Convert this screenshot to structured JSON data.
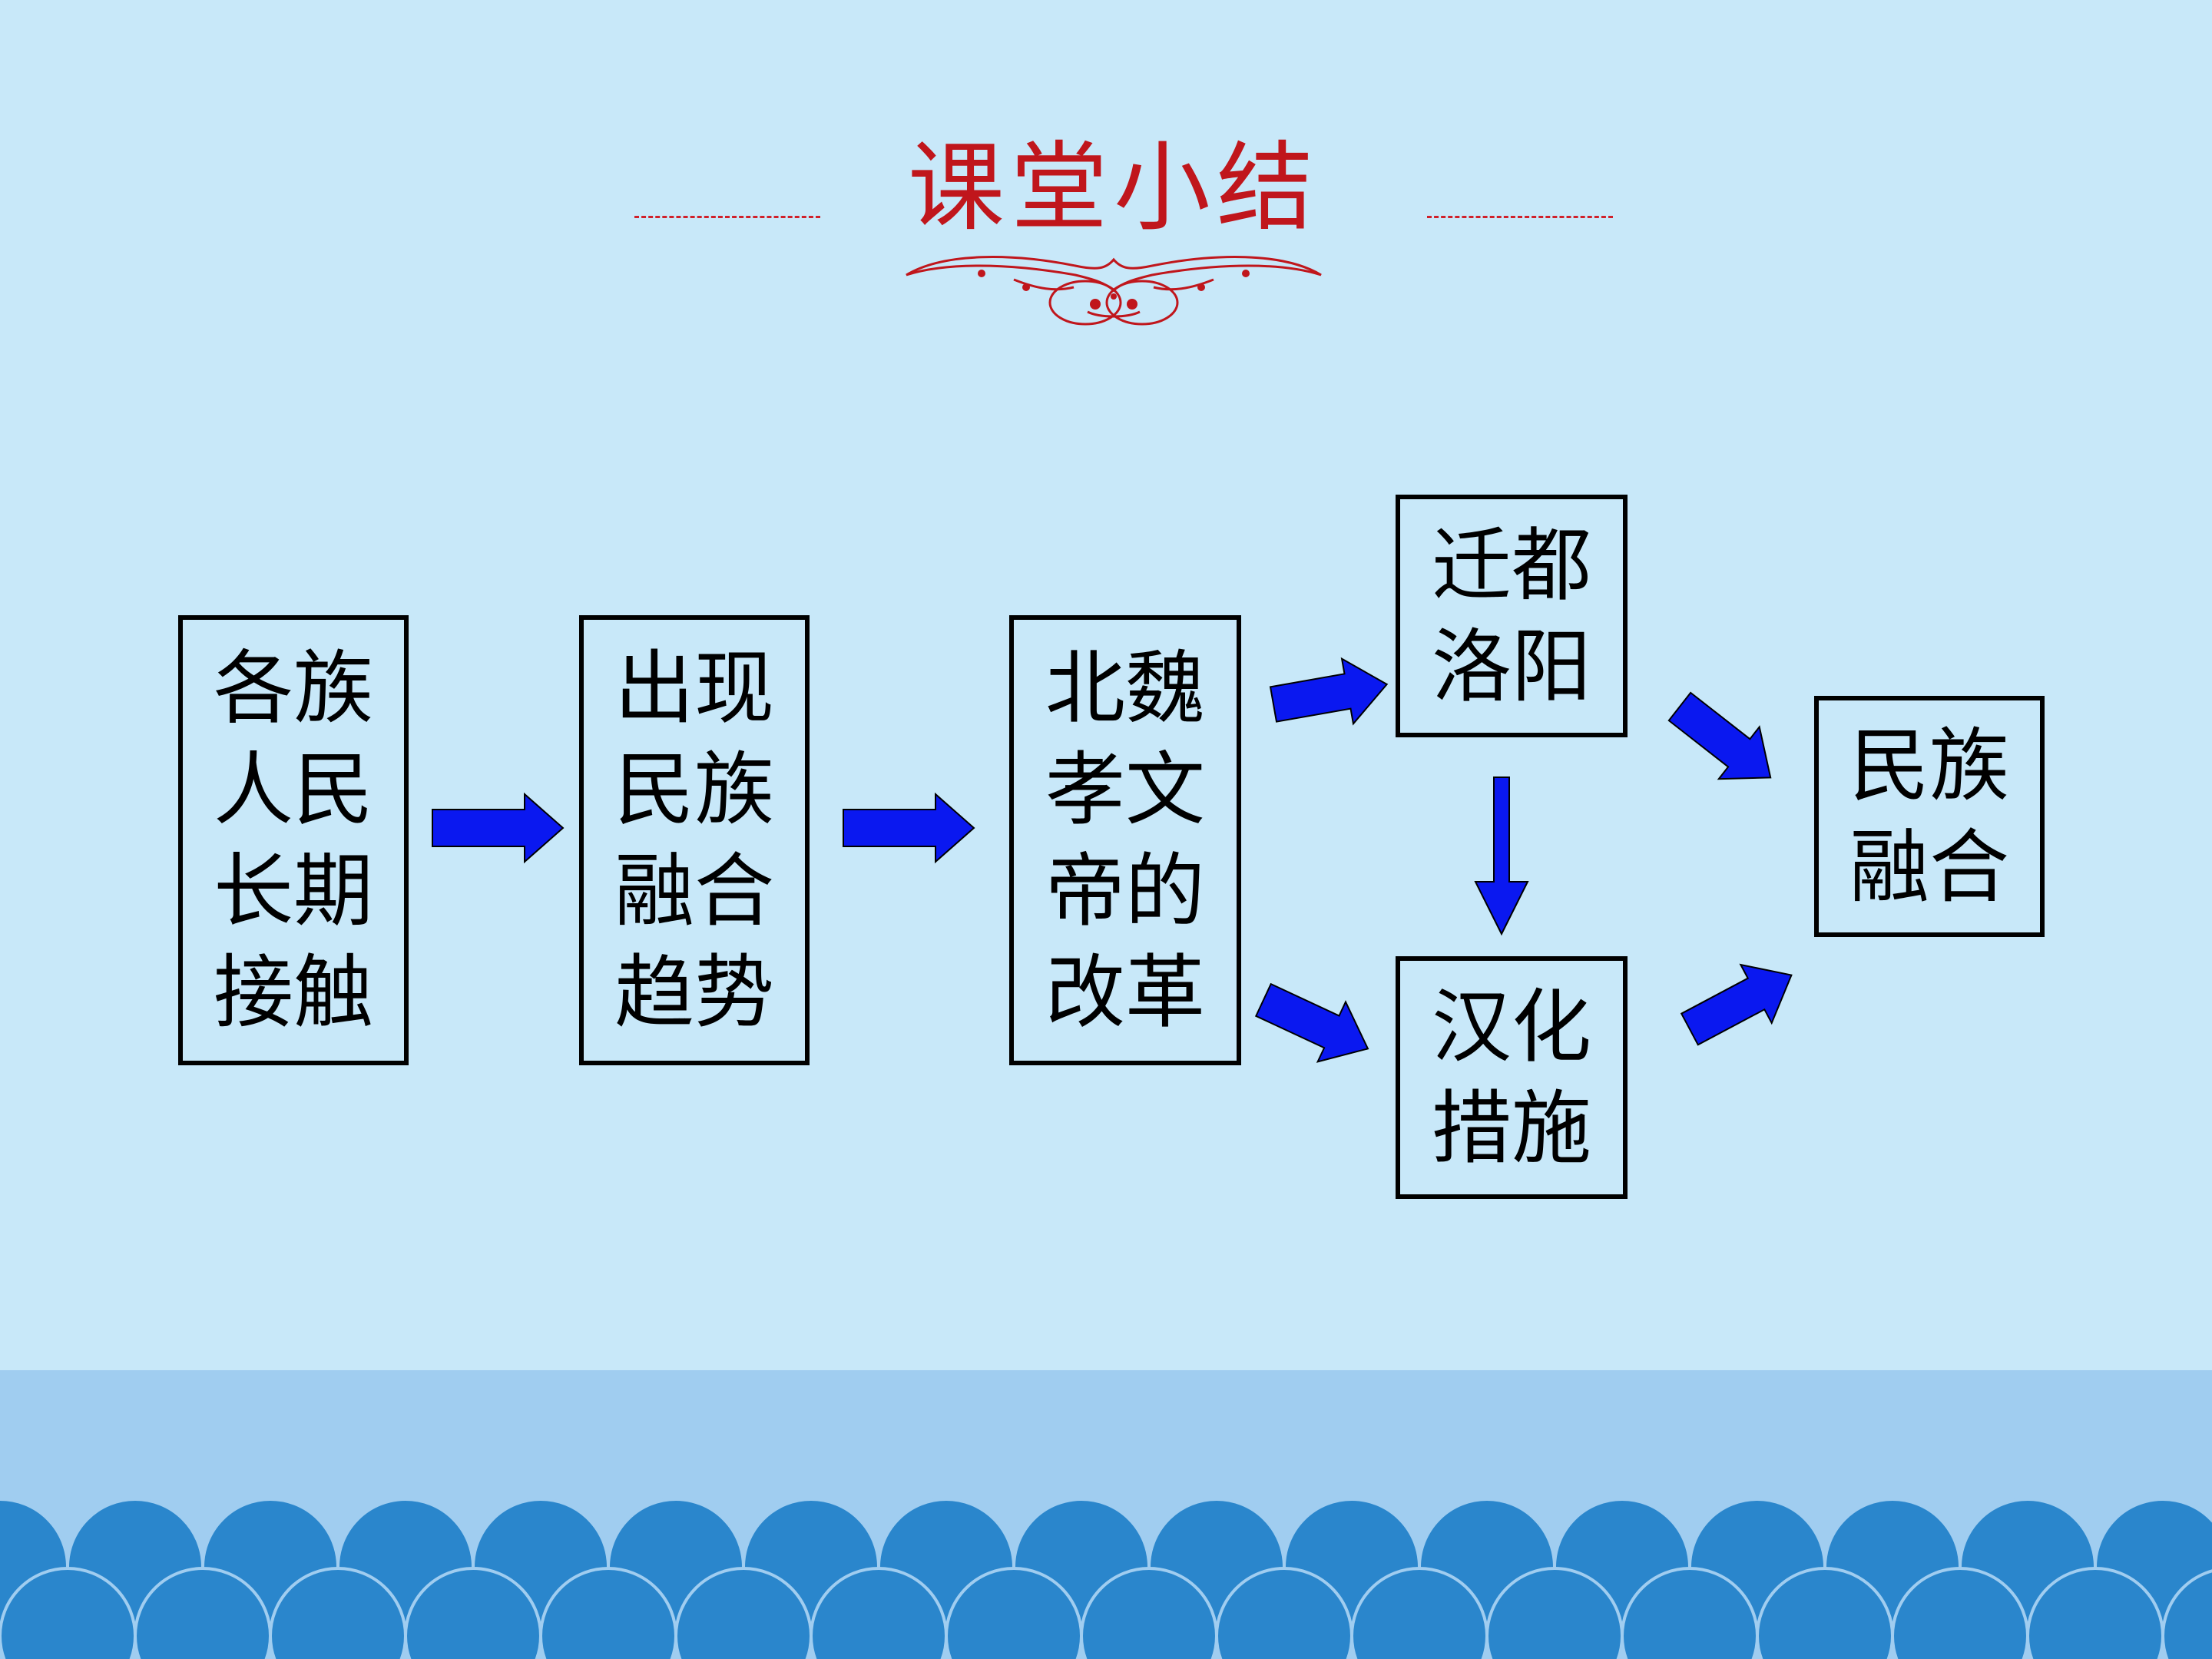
{
  "slide": {
    "title": "课堂小结",
    "colors": {
      "background": "#c8e8f9",
      "title": "#c0161c",
      "arrow": "#0a18f0",
      "box_border": "#000000",
      "band": "#a0cdf0",
      "waves": "#2a86cc"
    }
  },
  "flow": {
    "nodes": [
      {
        "id": "contact",
        "text": "各族人民长期接触"
      },
      {
        "id": "trend",
        "text": "出现民族融合趋势"
      },
      {
        "id": "reform",
        "text": "北魏孝文帝的改革"
      },
      {
        "id": "capital",
        "text": "迁都洛阳"
      },
      {
        "id": "sinicize",
        "text": "汉化措施"
      },
      {
        "id": "fusion",
        "text": "民族融合"
      }
    ],
    "edges": [
      {
        "from": "contact",
        "to": "trend"
      },
      {
        "from": "trend",
        "to": "reform"
      },
      {
        "from": "reform",
        "to": "capital"
      },
      {
        "from": "reform",
        "to": "sinicize"
      },
      {
        "from": "capital",
        "to": "sinicize"
      },
      {
        "from": "capital",
        "to": "fusion"
      },
      {
        "from": "sinicize",
        "to": "fusion"
      }
    ]
  }
}
